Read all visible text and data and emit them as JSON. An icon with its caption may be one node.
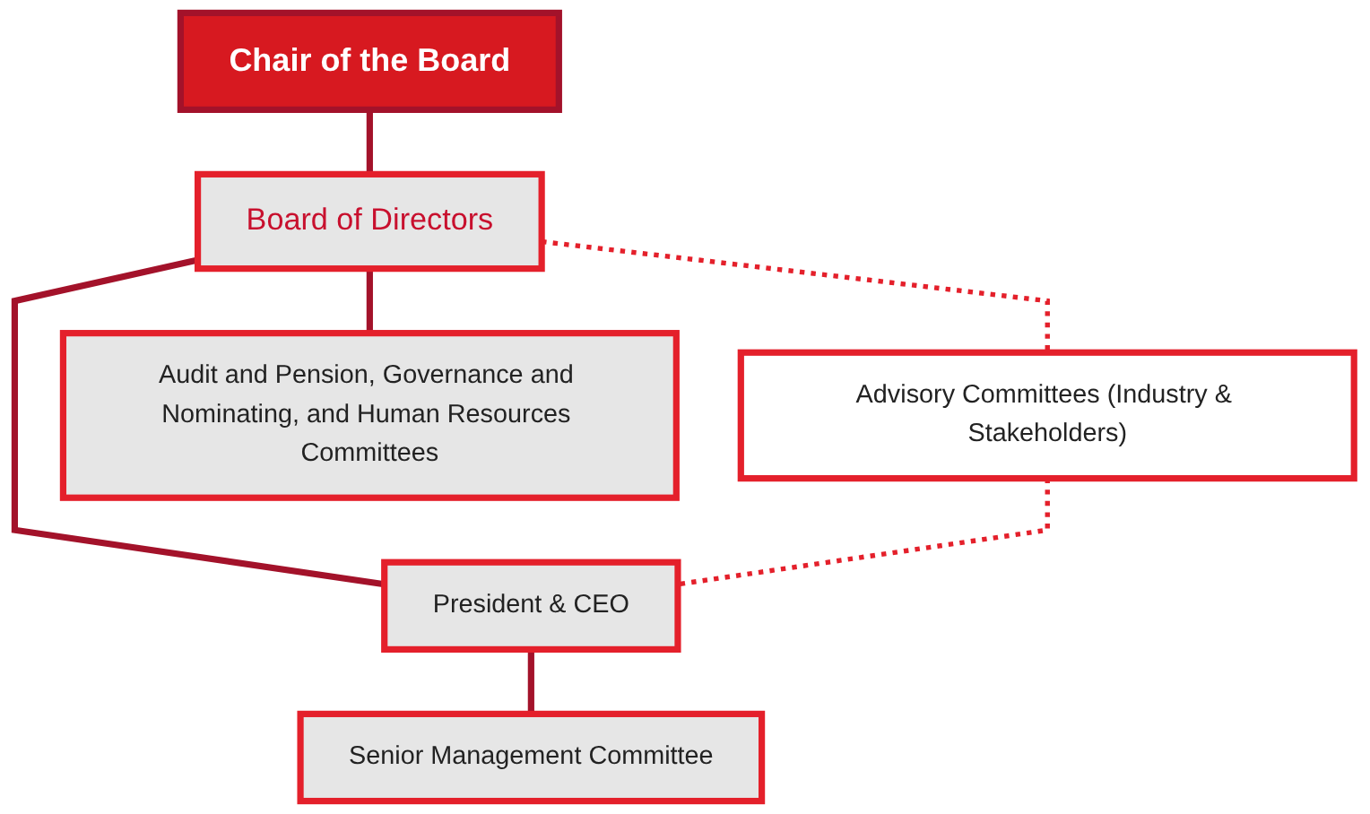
{
  "diagram": {
    "nodes": [
      {
        "text": [
          "Chair of the Board"
        ]
      },
      {
        "text": [
          "Board of Directors"
        ]
      },
      {
        "text": [
          "Advisory Committees (Industry & Stakeholders)"
        ]
      },
      {
        "text": [
          "Audit and Pension, Governance and Nominating, and Human Resources Committees"
        ]
      },
      {
        "text": [
          "President & CEO"
        ]
      },
      {
        "text": [
          "Senior Management Committee"
        ]
      }
    ],
    "edges": [
      {
        "from": 0,
        "to": 1,
        "arrow": "none"
      },
      {
        "from": 1,
        "to": 2,
        "arrow": "none",
        "style": "dashed",
        "color": "#e4202b"
      },
      {
        "from": 1,
        "to": 3,
        "arrow": "none"
      },
      {
        "from": 1,
        "to": 4,
        "arrow": "none"
      },
      {
        "from": 2,
        "to": 4,
        "arrow": "none",
        "style": "dashed",
        "color": "#e4202b"
      },
      {
        "from": 4,
        "to": 5,
        "arrow": "none"
      }
    ]
  }
}
